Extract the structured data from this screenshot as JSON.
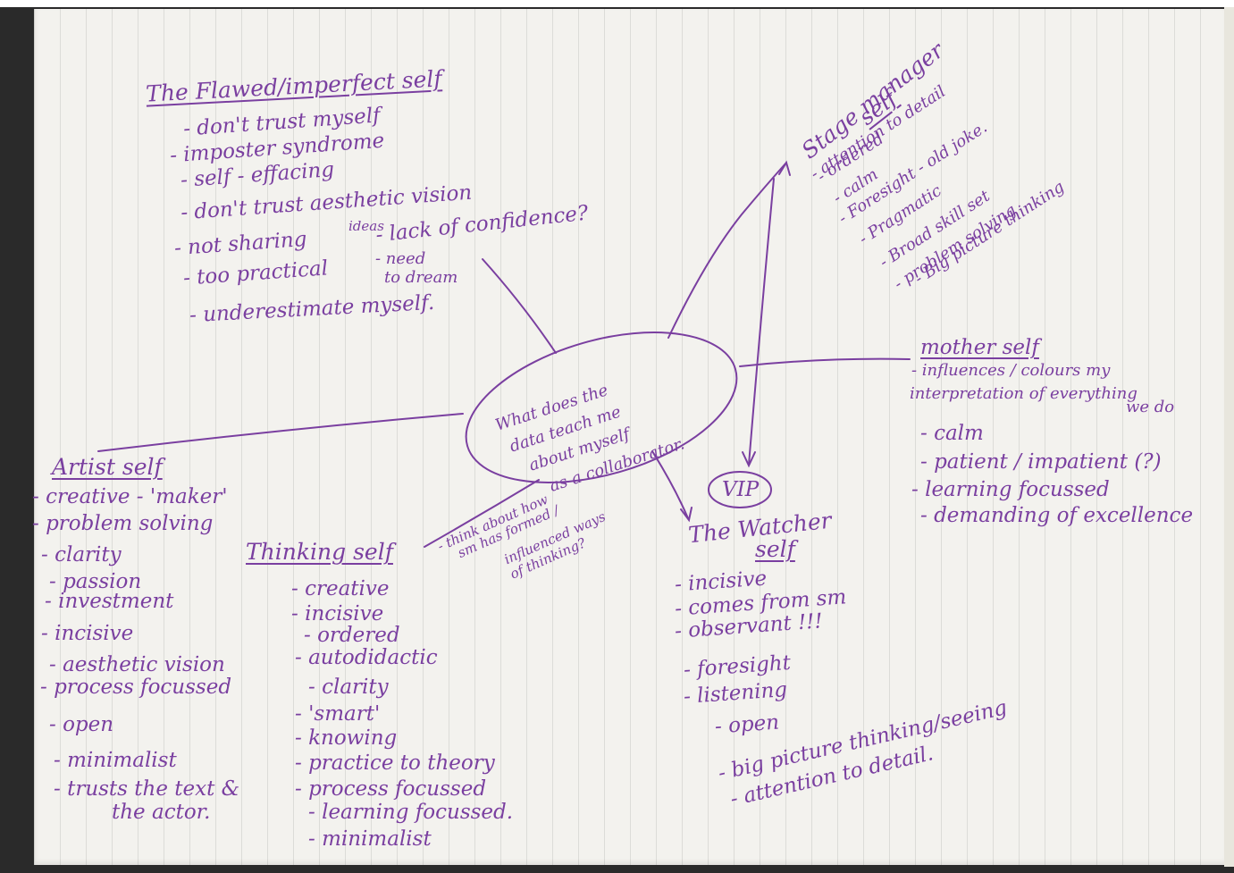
{
  "ink_color": "#7a3fa0",
  "center": [
    "What does the",
    "data teach me",
    "about myself",
    "as a collaborator."
  ],
  "flawed": {
    "title": "The Flawed/imperfect self",
    "items": [
      "- don't trust myself",
      "- imposter syndrome",
      "- self - effacing",
      "- don't trust aesthetic vision",
      "- not sharing",
      "- too practical",
      "- underestimate myself."
    ],
    "ideas": "ideas",
    "lack": "- lack of confidence?",
    "need": "- need",
    "dream": "to dream"
  },
  "stage": {
    "title1": "Stage manager",
    "title2": "self",
    "items": [
      "- attention to detail",
      "- ordered",
      "- calm",
      "- Foresight - old joke.",
      "- Pragmatic",
      "- Broad skill set",
      "- problem solving",
      "- Big picture thinking"
    ]
  },
  "mother": {
    "title": "mother self",
    "l1": "- influences / colours my",
    "l2": "interpretation of everything",
    "l3": "we do",
    "items": [
      "- calm",
      "- patient / impatient (?)",
      "- learning focussed",
      "- demanding of excellence"
    ]
  },
  "artist": {
    "title": "Artist self",
    "items": [
      "- creative - 'maker'",
      "- problem solving",
      "- clarity",
      "- passion",
      "- investment",
      "- incisive",
      "- aesthetic vision",
      "- process focussed",
      "- open",
      "- minimalist",
      "- trusts the text &",
      "the actor."
    ]
  },
  "thinking": {
    "title": "Thinking self",
    "note": [
      "- think about how",
      "sm has formed /",
      "influenced ways",
      "of thinking?"
    ],
    "items": [
      "- creative",
      "- incisive",
      "- ordered",
      "- autodidactic",
      "- clarity",
      "- 'smart'",
      "- knowing",
      "- practice to theory",
      "- process focussed",
      "- learning focussed.",
      "- minimalist"
    ]
  },
  "watcher": {
    "vip": "VIP",
    "title1": "The Watcher",
    "title2": "self",
    "items": [
      "- incisive",
      "- comes from sm",
      "- observant !!!",
      "- foresight",
      "- listening",
      "- open",
      "- big picture thinking/seeing",
      "- attention to detail."
    ]
  }
}
